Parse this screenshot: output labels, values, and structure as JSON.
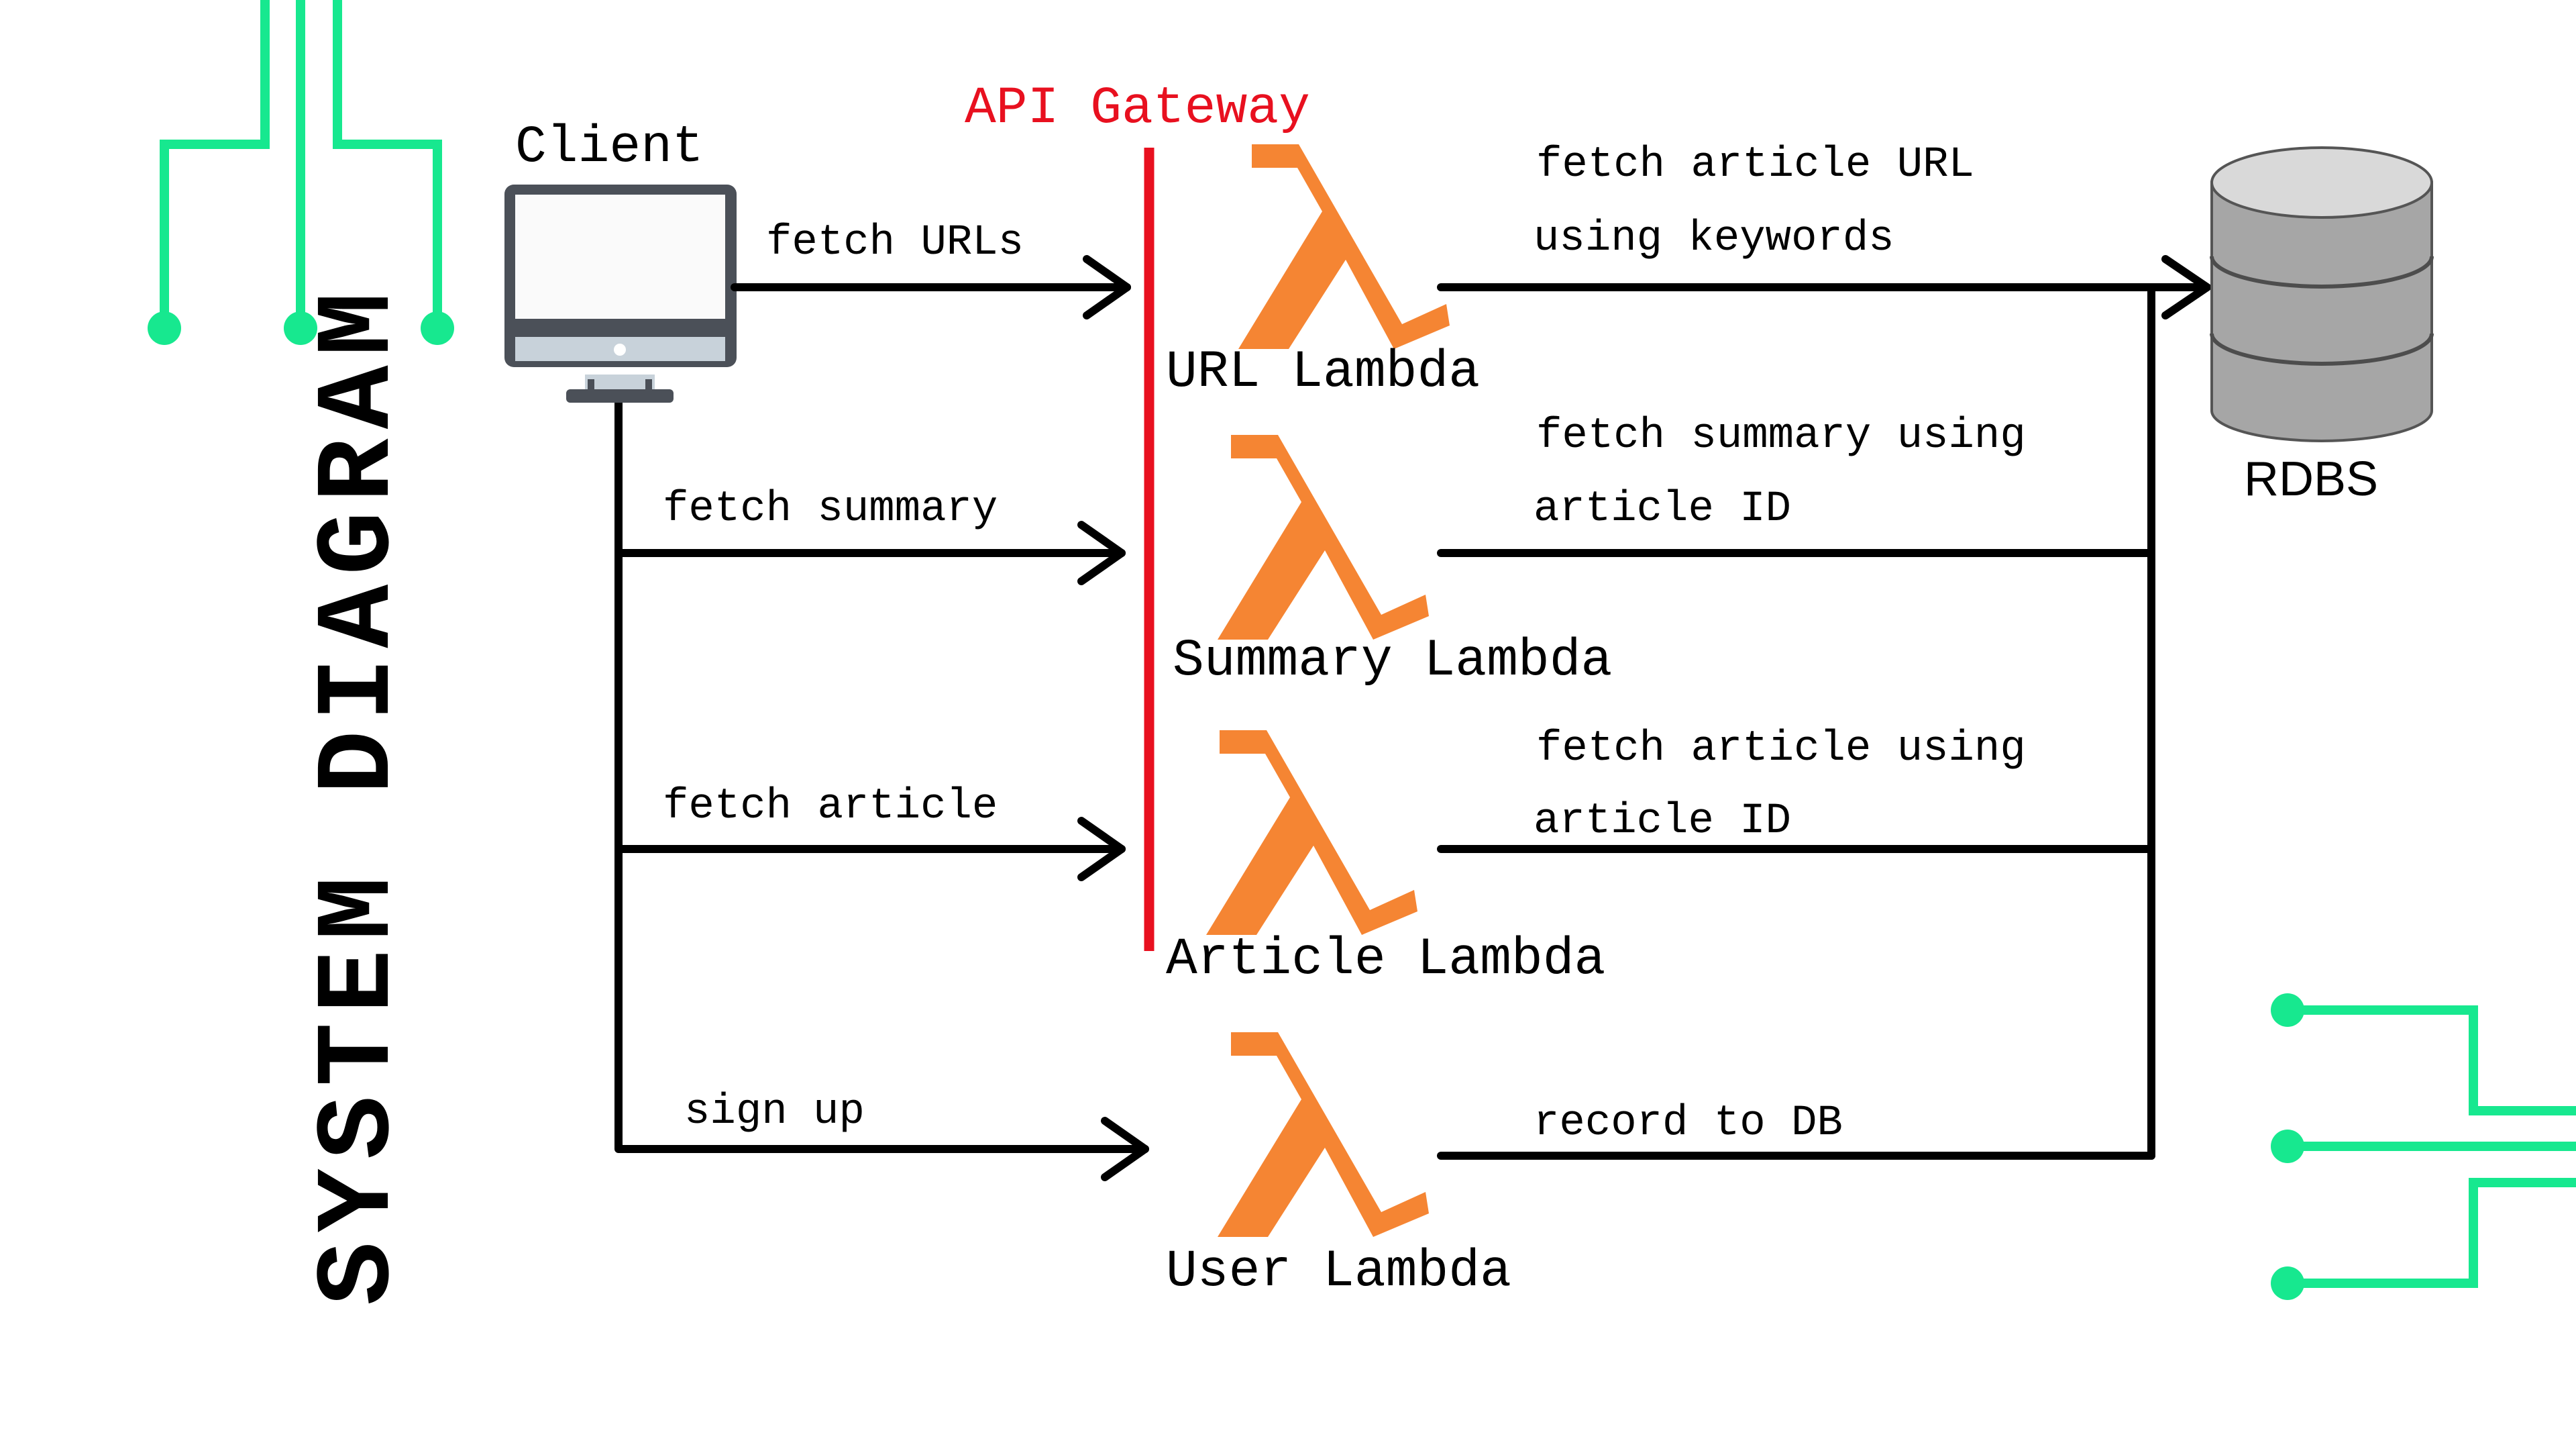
{
  "title": "SYSTEM DIAGRAM",
  "client": {
    "label": "Client"
  },
  "gateway": {
    "label": "API Gateway"
  },
  "database": {
    "label": "RDBS"
  },
  "lambdas": [
    {
      "name": "URL Lambda",
      "request": "fetch URLs",
      "db_line1": "fetch article URL",
      "db_line2": "using keywords"
    },
    {
      "name": "Summary Lambda",
      "request": "fetch summary",
      "db_line1": "fetch summary using",
      "db_line2": "article ID"
    },
    {
      "name": "Article Lambda",
      "request": "fetch article",
      "db_line1": "fetch article using",
      "db_line2": "article ID"
    },
    {
      "name": "User Lambda",
      "request": "sign up",
      "db_line1": "record to DB",
      "db_line2": ""
    }
  ],
  "colors": {
    "accent_circuit": "#17e88f",
    "gateway": "#e8101f",
    "lambda": "#f58533",
    "line": "#000000",
    "monitor": "#4b5058",
    "db": "#b3b3b3"
  }
}
